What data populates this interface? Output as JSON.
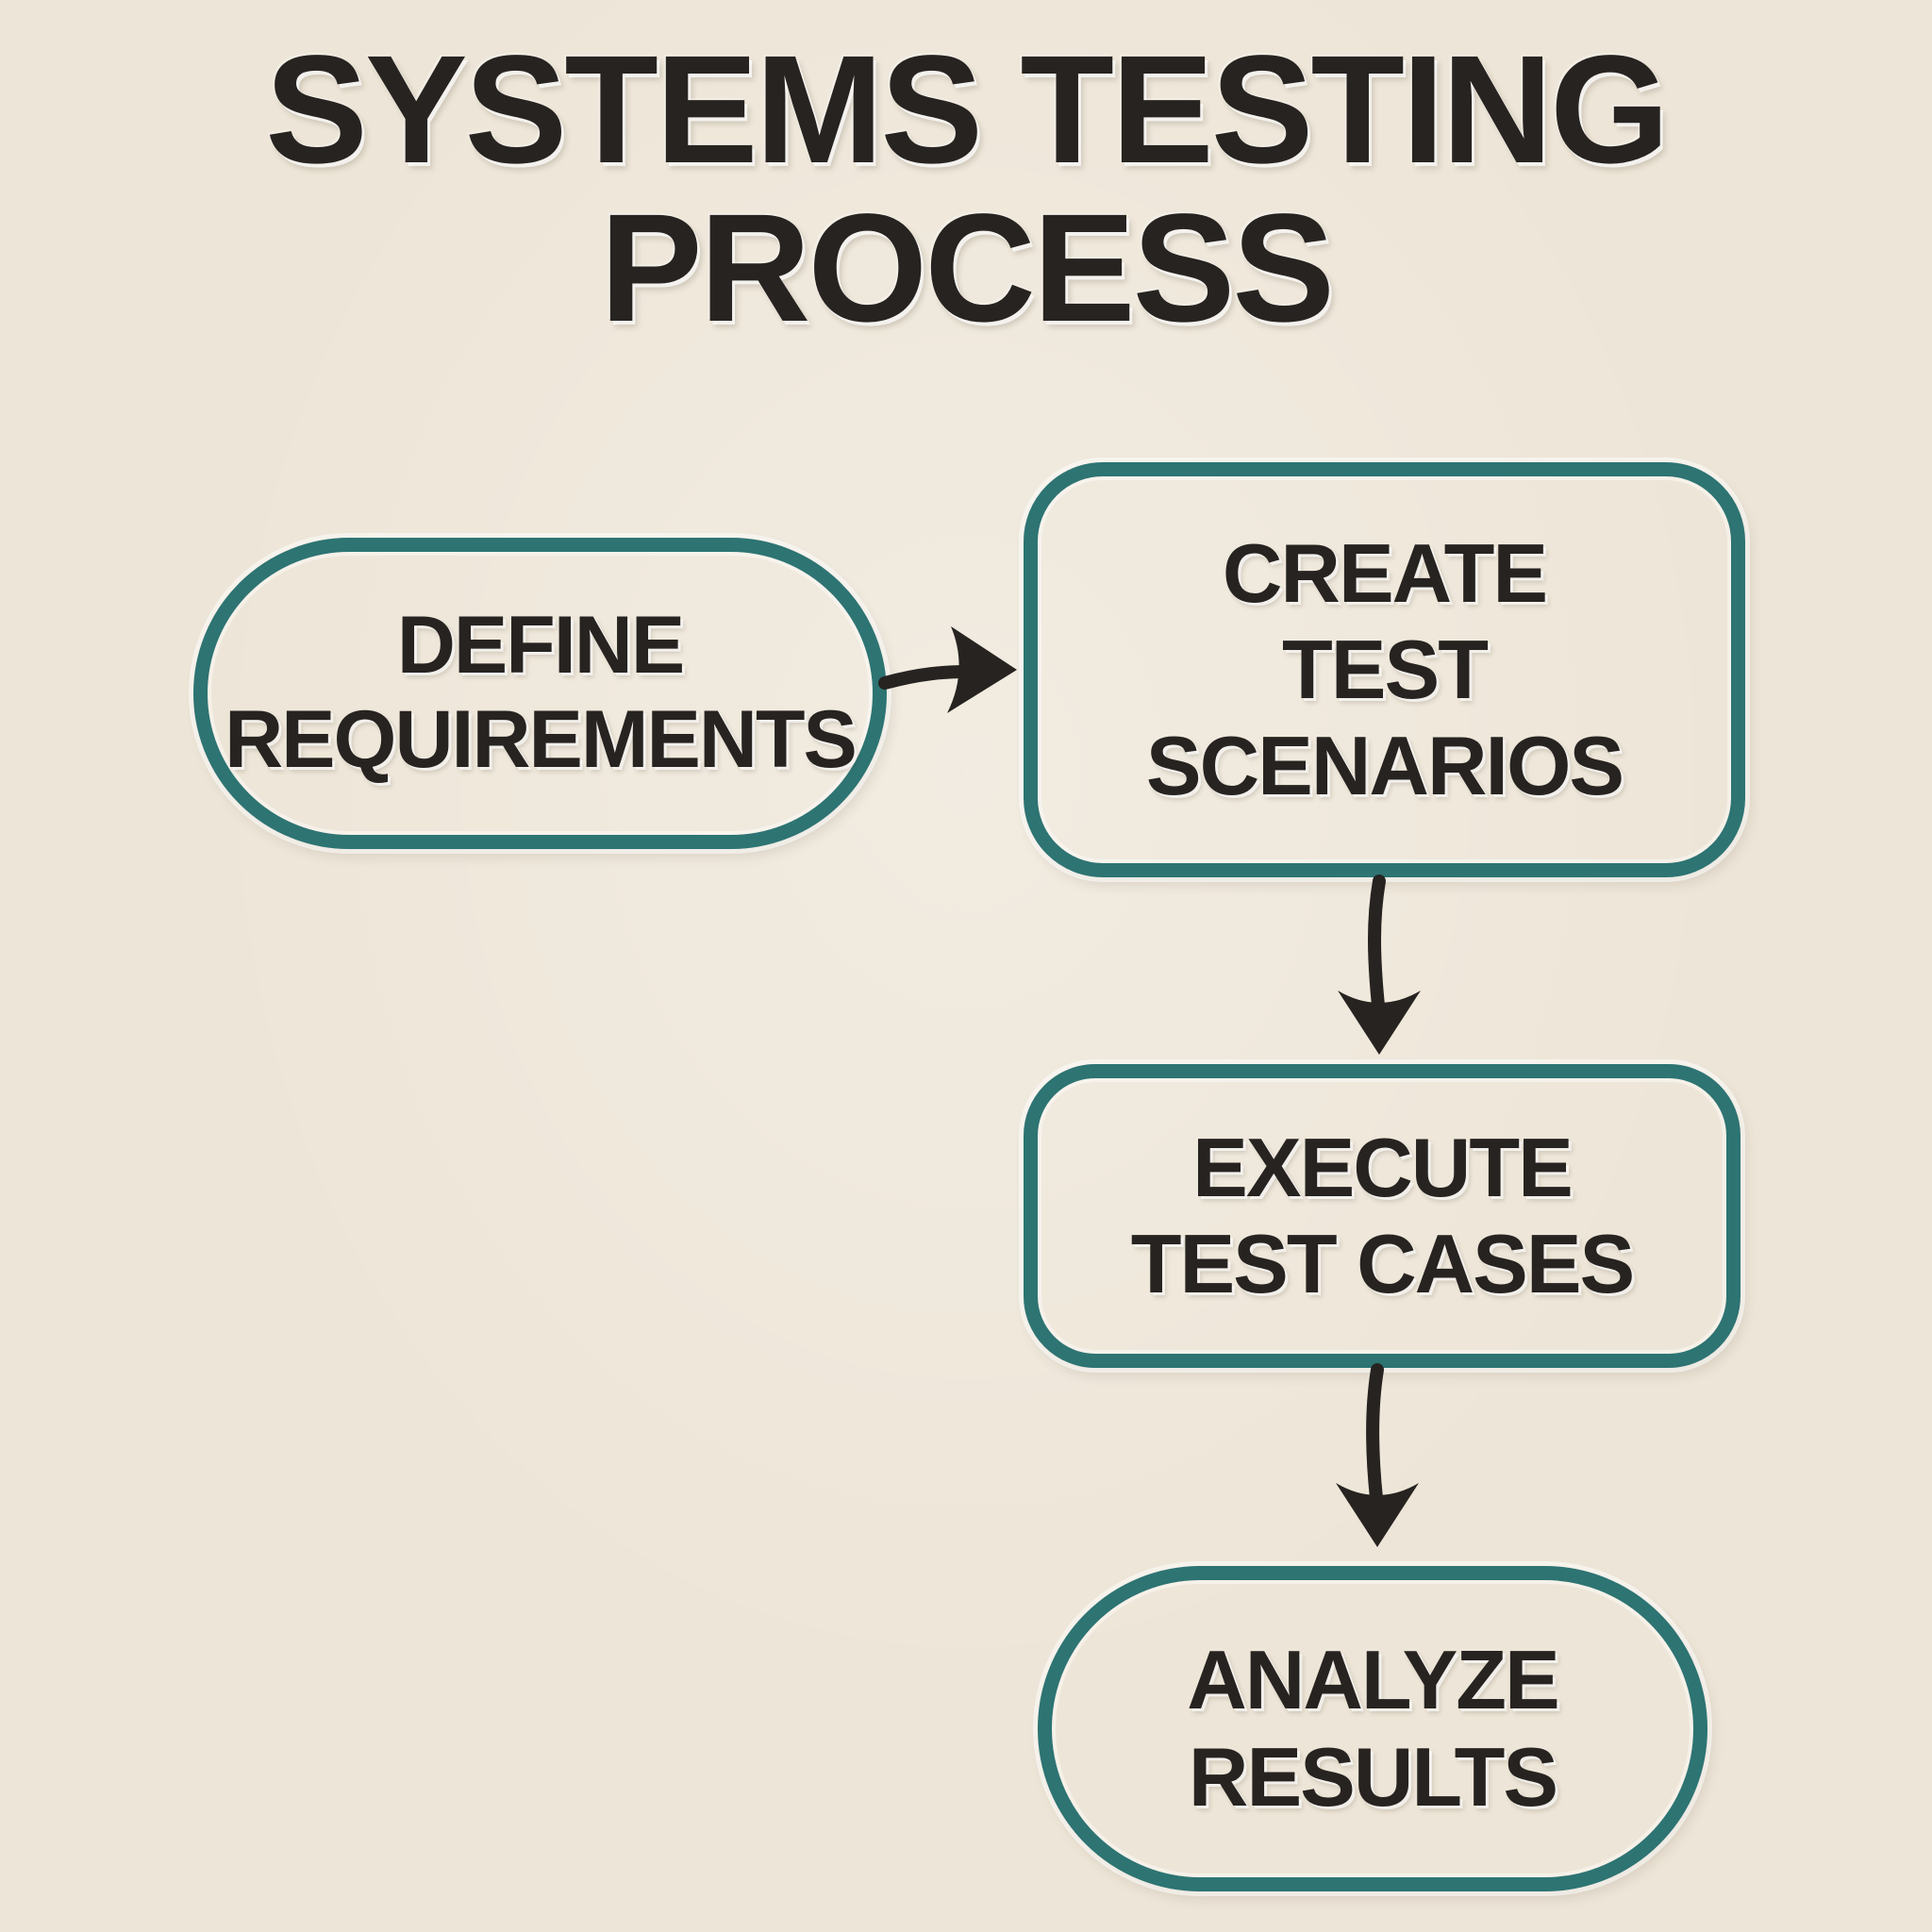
{
  "title": {
    "line1": "SYSTEMS TESTING",
    "line2": "PROCESS"
  },
  "flowchart": {
    "nodes": [
      {
        "id": "define-requirements",
        "shape": "pill",
        "label_lines": [
          "DEFINE",
          "REQUIREMENTS"
        ]
      },
      {
        "id": "create-test-scenarios",
        "shape": "rounded-rect",
        "label_lines": [
          "CREATE",
          "TEST",
          "SCENARIOS"
        ]
      },
      {
        "id": "execute-test-cases",
        "shape": "rounded-rect",
        "label_lines": [
          "EXECUTE",
          "TEST CASES"
        ]
      },
      {
        "id": "analyze-results",
        "shape": "pill",
        "label_lines": [
          "ANALYZE",
          "RESULTS"
        ]
      }
    ],
    "edges": [
      {
        "from": "DEFINE REQUIREMENTS",
        "to": "CREATE TEST SCENARIOS",
        "direction": "right"
      },
      {
        "from": "CREATE TEST SCENARIOS",
        "to": "EXECUTE TEST CASES",
        "direction": "down"
      },
      {
        "from": "EXECUTE TEST CASES",
        "to": "ANALYZE RESULTS",
        "direction": "down"
      }
    ]
  },
  "colors": {
    "background": "#EDE5D7",
    "node_border": "#2D7473",
    "text": "#262320",
    "arrow": "#262320"
  }
}
